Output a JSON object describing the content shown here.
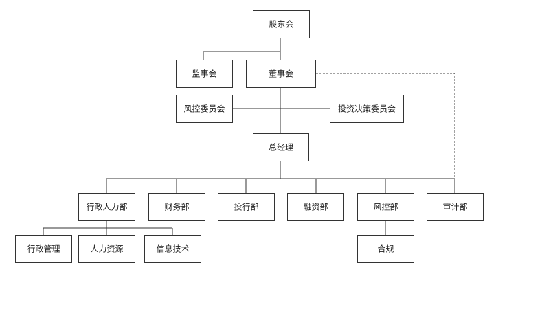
{
  "org_chart": {
    "colors": {
      "line": "#333333",
      "box_border": "#333333",
      "box_fill": "#ffffff",
      "text": "#222222"
    },
    "nodes": {
      "shareholders_meeting": "股东会",
      "supervisory_board": "监事会",
      "board_of_directors": "董事会",
      "risk_control_committee": "风控委员会",
      "investment_decision_committee": "投资决策委员会",
      "general_manager": "总经理",
      "admin_hr_dept": "行政人力部",
      "finance_dept": "财务部",
      "investment_banking_dept": "投行部",
      "financing_dept": "融资部",
      "risk_control_dept": "风控部",
      "audit_dept": "审计部",
      "administrative_management": "行政管理",
      "human_resources": "人力资源",
      "information_technology": "信息技术",
      "compliance": "合规"
    },
    "dashed_link": {
      "from": "board_of_directors",
      "to": "audit_dept"
    }
  }
}
